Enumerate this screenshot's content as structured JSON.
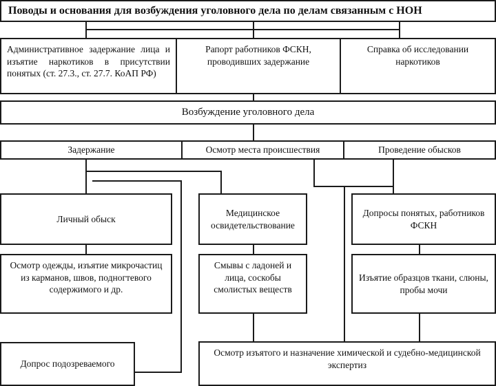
{
  "diagram": {
    "title": "Поводы и основания для возбуждения уголовного дела по делам связанным с НОН",
    "grounds": [
      "Административное задержание лица и изъятие наркотиков в присутствии понятых (ст. 27.3., ст. 27.7. КоАП РФ)",
      "Рапорт работников ФСКН, проводивших задержание",
      "Справка об исследовании наркотиков"
    ],
    "initiation": "Возбуждение уголовного дела",
    "actions": [
      "Задержание",
      "Осмотр места происшествия",
      "Проведение обысков"
    ],
    "personal_search": "Личный обыск",
    "clothes_inspection": "Осмотр одежды, изъятие микрочастиц из карманов, швов, подногтевого содержимого и др.",
    "suspect_interrogation": "Допрос подозреваемого",
    "medical_exam": "Медицинское освидетельствование",
    "swabs": "Смывы с ладоней и лица, соскобы смолистых веществ",
    "witness_interrogation": "Допросы понятых, работников ФСКН",
    "samples": "Изъятие образцов ткани, слюны, пробы мочи",
    "expertise": "Осмотр изъятого и назначение химической и судебно-медицинской экспертиз"
  }
}
